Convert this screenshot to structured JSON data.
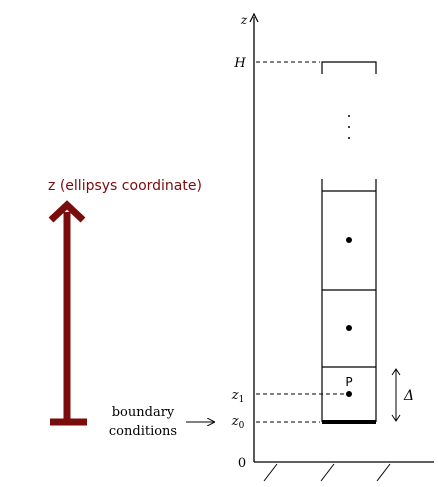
{
  "axis": {
    "z_label": "z",
    "zero_label": "0"
  },
  "levels": {
    "H": "H",
    "z1_base": "z",
    "z1_sub": "1",
    "z0_base": "z",
    "z0_sub": "0"
  },
  "column": {
    "dots": "·\n·\n·",
    "point_label": "P"
  },
  "arrow": {
    "label": "z (ellipsys coordinate)",
    "color": "#7a0c0c"
  },
  "boundary": {
    "line1": "boundary",
    "line2": "conditions"
  },
  "delta_label": "Δ"
}
